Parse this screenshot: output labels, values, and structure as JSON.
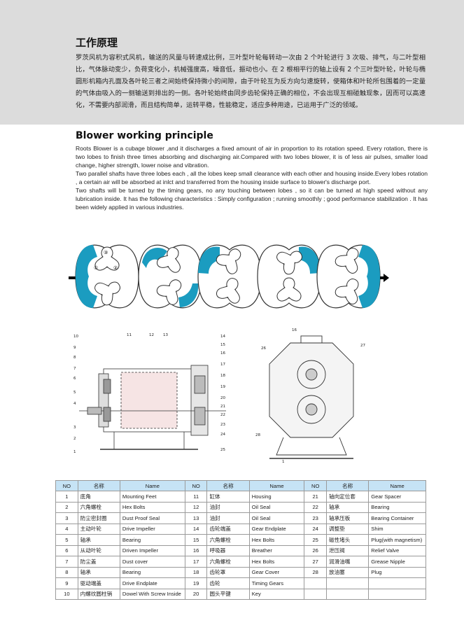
{
  "chinese_section": {
    "title": "工作原理",
    "body": "罗茨风机为容积式风机，输送的风量与转速成比例，三叶型叶轮每转动一次由 2 个叶轮进行 3 次吸、排气，与二叶型相比，气体脉动变少，负荷变化小，机械强度高，噪音低，振动也小。在 2 根相平行的轴上设有 2 个三叶型叶轮，叶轮与椭圆形机箱内孔面及各叶轮三者之间始终保持微小的间隙，由于叶轮互为反方向匀速旋转，使箱体和叶轮所包围着的一定量的气体由吸入的一侧输送到排出的一侧。各叶轮始终由同步齿轮保持正确的相位，不会出现互相碰触现象，因而可以高速化，不需要内部润滑，而且结构简单，运转平稳，性能稳定，适应多种用途，已运用于广泛的领域。"
  },
  "english_section": {
    "title": "Blower working principle",
    "paragraphs": [
      "Roots Blower is a cubage blower ,and it discharges a fixed amount of air in proportion to its rotation speed. Every rotation, there is two lobes to finish three times absorbing and discharging air.Compared with two lobes blower, it is of less air pulses, smaller load change, higher strength, lower noise and vibration.",
      "Two parallel shafts have three lobes each , all the lobes keep small clearance with each other and housing inside.Every lobes rotation , a certain air will be absorbed at inlct and transferred from the housing inside surface to blower's discharge port.",
      "Two shafts will be turned by the timing gears, no any touching between lobes , so it can be turned at high speed without any lubrication inside. It has the following characteristics : Simply configuration ; running smoothly ; good performance stabilization . It has been widely applied in various industries."
    ]
  },
  "diagram_labels": {
    "lobe_numbers": [
      "①",
      "②",
      "③"
    ],
    "side_view_callouts": [
      "10",
      "9",
      "8",
      "7",
      "6",
      "5",
      "4",
      "3",
      "2",
      "1",
      "11",
      "12",
      "13",
      "14",
      "15",
      "16",
      "17",
      "18",
      "19",
      "20",
      "21",
      "22",
      "23",
      "24",
      "25"
    ],
    "front_view_callouts": [
      "16",
      "26",
      "27",
      "28",
      "1"
    ]
  },
  "parts_table": {
    "headers": {
      "no": "NO",
      "cn": "名称",
      "en": "Name"
    },
    "rows": [
      [
        {
          "no": "1",
          "cn": "底角",
          "en": "Mounting Feet"
        },
        {
          "no": "11",
          "cn": "缸体",
          "en": "Housing"
        },
        {
          "no": "21",
          "cn": "轴向定位套",
          "en": "Gear Spacer"
        }
      ],
      [
        {
          "no": "2",
          "cn": "六角螺栓",
          "en": "Hex Bolts"
        },
        {
          "no": "12",
          "cn": "油封",
          "en": "Oil Seal"
        },
        {
          "no": "22",
          "cn": "轴承",
          "en": "Bearing"
        }
      ],
      [
        {
          "no": "3",
          "cn": "防尘密封圈",
          "en": "Dust Proof Seal"
        },
        {
          "no": "13",
          "cn": "油封",
          "en": "Oil Seal"
        },
        {
          "no": "23",
          "cn": "轴承压板",
          "en": "Bearing Container"
        }
      ],
      [
        {
          "no": "4",
          "cn": "主动叶轮",
          "en": "Drive Impeller"
        },
        {
          "no": "14",
          "cn": "齿轮端盖",
          "en": "Gear Endplate"
        },
        {
          "no": "24",
          "cn": "调整垫",
          "en": "Shim"
        }
      ],
      [
        {
          "no": "5",
          "cn": "轴承",
          "en": "Bearing"
        },
        {
          "no": "15",
          "cn": "六角螺栓",
          "en": "Hex Bolts"
        },
        {
          "no": "25",
          "cn": "磁性堵头",
          "en": "Plug(with magnetism)"
        }
      ],
      [
        {
          "no": "6",
          "cn": "从动叶轮",
          "en": "Driven Impeller"
        },
        {
          "no": "16",
          "cn": "呼吸器",
          "en": "Breather"
        },
        {
          "no": "26",
          "cn": "泄压阀",
          "en": "Relief Valve"
        }
      ],
      [
        {
          "no": "7",
          "cn": "防尘盖",
          "en": "Dust cover"
        },
        {
          "no": "17",
          "cn": "六角螺栓",
          "en": "Hex Bolts"
        },
        {
          "no": "27",
          "cn": "润滑油嘴",
          "en": "Grease Nipple"
        }
      ],
      [
        {
          "no": "8",
          "cn": "轴承",
          "en": "Bearing"
        },
        {
          "no": "18",
          "cn": "齿轮罩",
          "en": "Gear Cover"
        },
        {
          "no": "28",
          "cn": "放油塞",
          "en": "Plug"
        }
      ],
      [
        {
          "no": "9",
          "cn": "驱动端盖",
          "en": "Drive Endplate"
        },
        {
          "no": "19",
          "cn": "齿轮",
          "en": "Timing Gears"
        },
        {
          "no": "",
          "cn": "",
          "en": ""
        }
      ],
      [
        {
          "no": "10",
          "cn": "内螺纹圆柱销",
          "en": "Dowel With Screw Inside"
        },
        {
          "no": "20",
          "cn": "圆头平键",
          "en": "Key"
        },
        {
          "no": "",
          "cn": "",
          "en": ""
        }
      ]
    ]
  },
  "colors": {
    "band": "#dcdcdc",
    "fluid": "#1b9cc0",
    "table_header": "#c6e3f5"
  }
}
